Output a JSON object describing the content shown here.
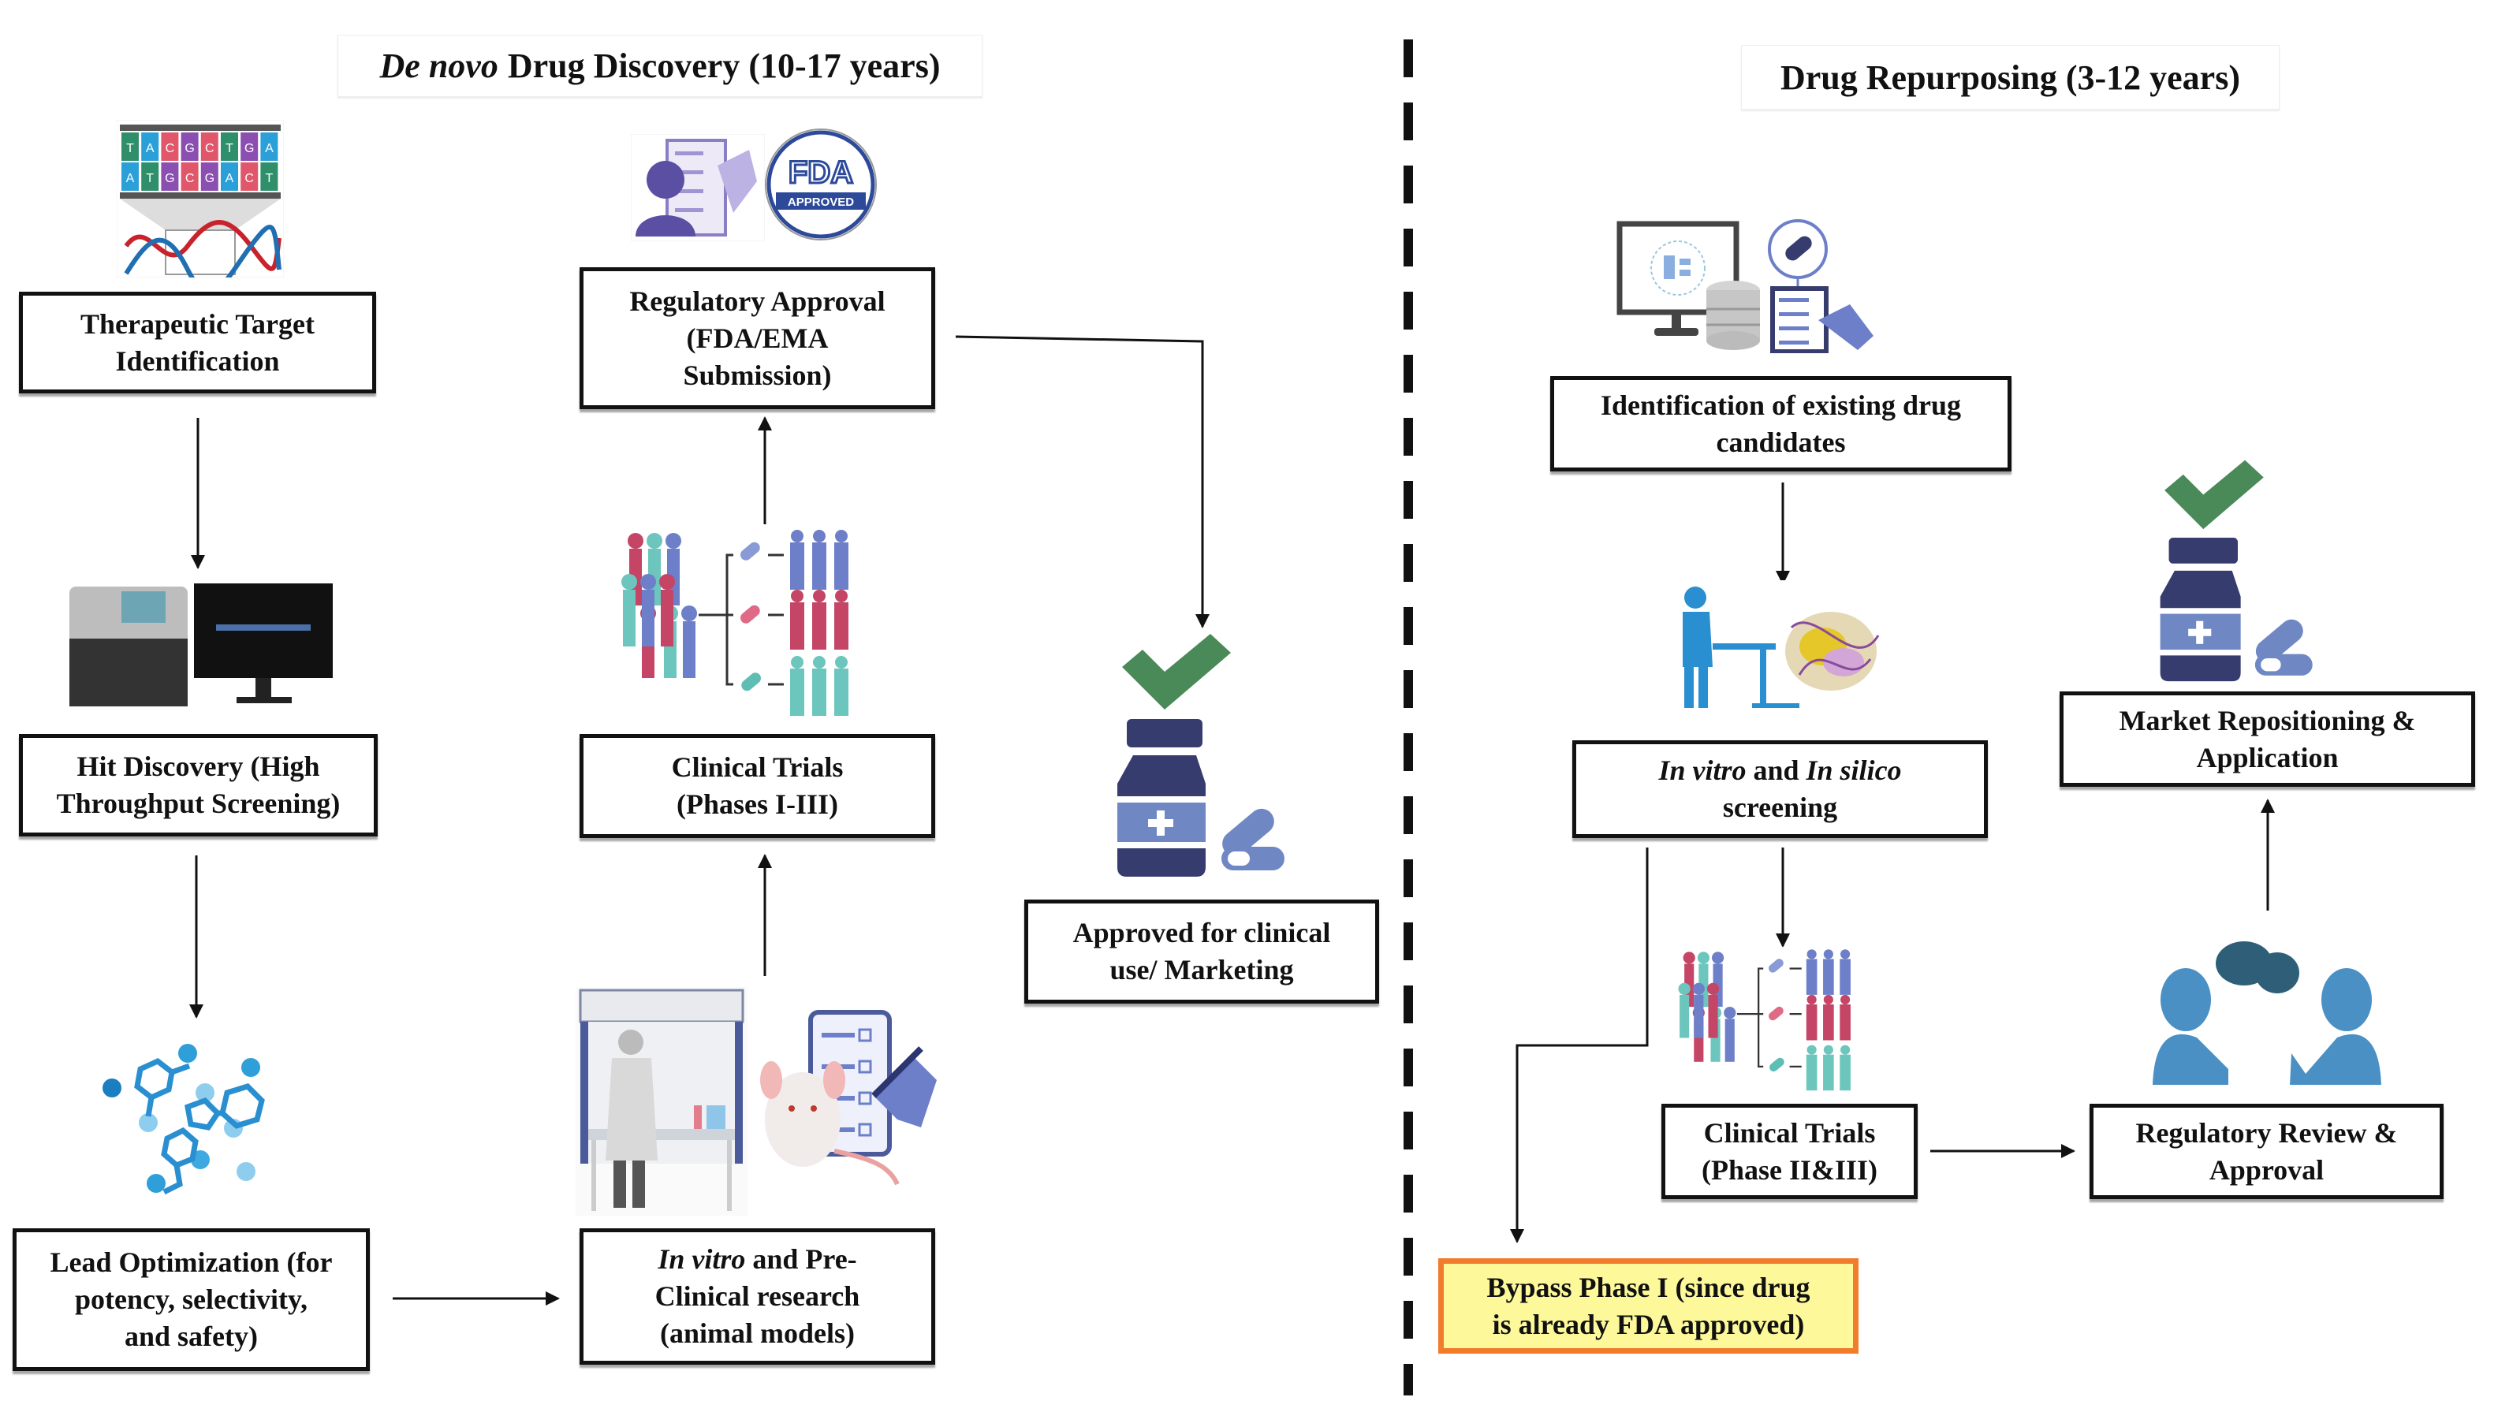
{
  "left_panel": {
    "title_italic": "De novo",
    "title_rest": "Drug Discovery (10-17 years)",
    "boxes": {
      "target": [
        "Therapeutic Target",
        "Identification"
      ],
      "hit": [
        "Hit Discovery (High",
        "Throughput Screening)"
      ],
      "lead": [
        "Lead Optimization (for",
        "potency, selectivity,",
        "and safety)"
      ],
      "preclinical_italic": "In vitro",
      "preclinical": [
        "and Pre-",
        "Clinical research",
        "(animal models)"
      ],
      "clinical": [
        "Clinical Trials",
        "(Phases I-III)"
      ],
      "regulatory": [
        "Regulatory Approval",
        "(FDA/EMA",
        "Submission)"
      ],
      "approved": [
        "Approved for clinical",
        "use/ Marketing"
      ]
    },
    "fda_badge": {
      "top": "FDA",
      "bottom": "APPROVED"
    },
    "dna_letters_top": [
      "T",
      "A",
      "C",
      "G",
      "C",
      "T",
      "G",
      "A"
    ],
    "dna_letters_bottom": [
      "A",
      "T",
      "G",
      "C",
      "G",
      "A",
      "C",
      "T"
    ]
  },
  "right_panel": {
    "title": "Drug Repurposing (3-12 years)",
    "boxes": {
      "identification": [
        "Identification of existing drug",
        "candidates"
      ],
      "screening_italic_1": "In vitro",
      "screening_and": "and",
      "screening_italic_2": "In silico",
      "screening_line2": "screening",
      "clinical": [
        "Clinical Trials",
        "(Phase II&III)"
      ],
      "regulatory": [
        "Regulatory Review &",
        "Approval"
      ],
      "market": [
        "Market Repositioning &",
        "Application"
      ],
      "bypass": [
        "Bypass Phase I (since drug",
        "is already FDA approved)"
      ]
    }
  },
  "colors": {
    "check_green": "#4a8a58",
    "bottle_navy": "#363d6e",
    "bottle_label": "#6f88c4",
    "purple_person": "#5a4fa2",
    "fda_blue": "#2d4a9a",
    "bypass_fill": "#fdf99a",
    "bypass_border": "#f07c2c",
    "people_red": "#c44565",
    "people_teal": "#6cc6bd",
    "people_blue": "#6d7fc8",
    "discussion_blue": "#4a90c4",
    "discussion_dark": "#2f5f78"
  }
}
